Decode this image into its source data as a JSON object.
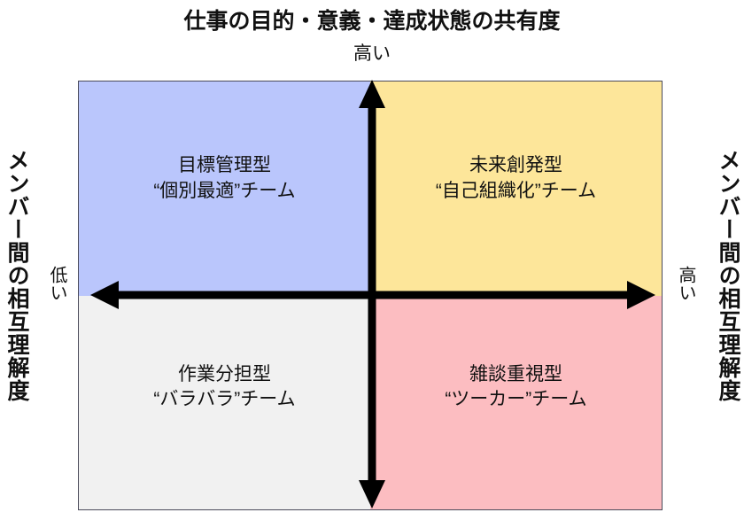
{
  "chart_data": {
    "type": "matrix",
    "title": "仕事の目的・意義・達成状態の共有度",
    "x_axis": {
      "title": "仕事の目的・意義・達成状態の共有度",
      "low_label": "低い",
      "high_label": "高い",
      "arrow": "double"
    },
    "y_axis": {
      "title": "メンバー間の相互理解度",
      "low_label": "低い",
      "high_label": "高い",
      "arrow": "double"
    },
    "quadrants": [
      {
        "position": "top-left",
        "x": "low",
        "y": "high",
        "line1": "目標管理型",
        "line2": "“個別最適”チーム",
        "color": "#BAC6FC"
      },
      {
        "position": "top-right",
        "x": "high",
        "y": "high",
        "line1": "未来創発型",
        "line2": "“自己組織化”チーム",
        "color": "#FDE69A"
      },
      {
        "position": "bottom-left",
        "x": "low",
        "y": "low",
        "line1": "作業分担型",
        "line2": "“バラバラ”チーム",
        "color": "#F1F1F1"
      },
      {
        "position": "bottom-right",
        "x": "high",
        "y": "low",
        "line1": "雑談重視型",
        "line2": "“ツーカー”チーム",
        "color": "#FCBDC1"
      }
    ]
  },
  "header": {
    "title": "仕事の目的・意義・達成状態の共有度",
    "top_value": "高い"
  },
  "left_axis": {
    "title": "メンバー間の相互理解度",
    "value": "低い"
  },
  "right_axis": {
    "title": "メンバー間の相互理解度",
    "value": "高い"
  },
  "quadrant_text": {
    "top_left": "目標管理型\n“個別最適”チーム",
    "top_right": "未来創発型\n“自己組織化”チーム",
    "bottom_left": "作業分担型\n“バラバラ”チーム",
    "bottom_right": "雑談重視型\n“ツーカー”チーム"
  },
  "colors": {
    "top_left": "#BAC6FC",
    "top_right": "#FDE69A",
    "bottom_left": "#F1F1F1",
    "bottom_right": "#FCBDC1",
    "axis": "#000000",
    "border": "#4A4A5A",
    "text": "#111111"
  }
}
